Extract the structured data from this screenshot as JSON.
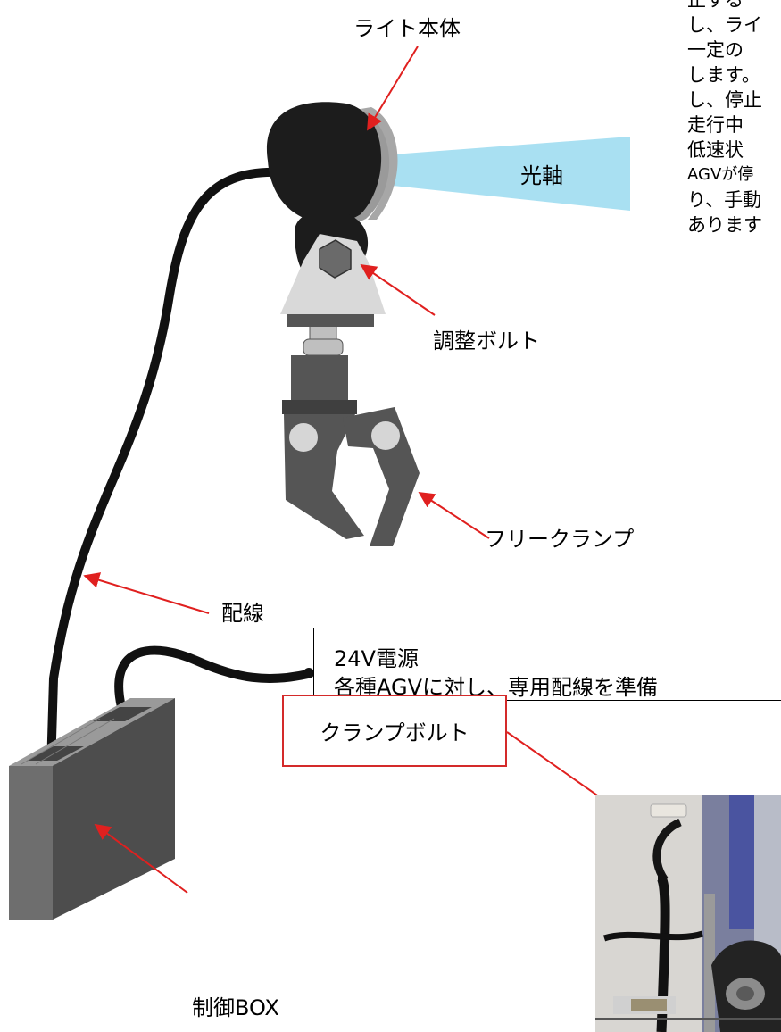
{
  "labels": {
    "light_body": "ライト本体",
    "optical_axis": "光軸",
    "adjust_bolt": "調整ボルト",
    "free_clamp": "フリークランプ",
    "wiring": "配線",
    "control_box": "制御BOX",
    "clamp_bolt": "クランプボルト"
  },
  "power_box": {
    "line1": "24V電源",
    "line2": "各種AGVに対し、専用配線を準備"
  },
  "side_text": [
    "止する",
    "し、ライ",
    "一定の",
    "します。",
    "し、停止",
    "走行中",
    "低速状",
    "AGVが停",
    "り、手動",
    "あります"
  ],
  "colors": {
    "arrow": "#e0201f",
    "light_beam": "#a9e0f2",
    "light_body": "#1c1c1c",
    "mount": "#d9d9d9",
    "clamp": "#555555",
    "box_front": "#707070",
    "box_side": "#4d4d4d",
    "cable": "#111111",
    "clamp_label_border": "#d42a2a"
  }
}
